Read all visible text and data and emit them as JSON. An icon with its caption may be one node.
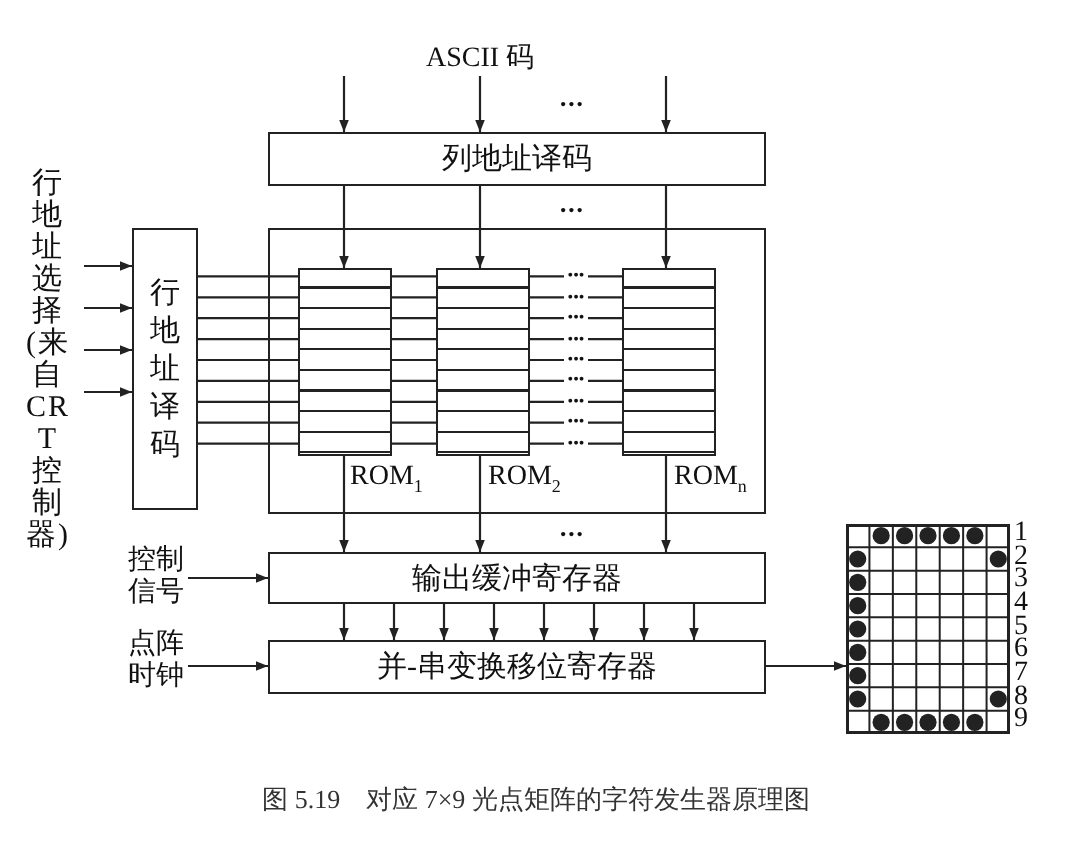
{
  "diagram": {
    "caption": "图 5.19　对应 7×9 光点矩阵的字符发生器原理图",
    "nodes": [
      {
        "text": [
          "ASCII 码"
        ]
      },
      {
        "text": [
          "列地址译码"
        ]
      },
      {
        "text": [],
        "shape": "box"
      },
      {
        "text": [
          "ROM$_{1}$"
        ],
        "in": 2
      },
      {
        "text": [
          "ROM$_{2}$"
        ],
        "in": 2
      },
      {
        "text": [
          "ROM$_{n}$"
        ],
        "in": 2
      },
      {
        "text": [
          "行地址译码"
        ]
      },
      {
        "text": [
          "行地址选择(来自 CRT 控制器)"
        ]
      },
      {
        "text": [
          "输出缓冲寄存器"
        ]
      },
      {
        "text": [
          "控制信号"
        ]
      },
      {
        "text": [
          "并-串变换移位寄存器"
        ]
      },
      {
        "text": [
          "点阵时钟"
        ]
      },
      {
        "text": [],
        "shape": "grid",
        "beside": [
          "1",
          "2",
          "3",
          "4",
          "5",
          "6",
          "7",
          "8",
          "9"
        ]
      }
    ],
    "edges": [
      {
        "from": null,
        "to": 1,
        "arrow": "to"
      },
      {
        "from": 0,
        "to": 1,
        "arrow": "to"
      },
      {
        "from": null,
        "to": 1,
        "arrow": "to"
      },
      {
        "from": 1,
        "to": 3,
        "arrow": "to"
      },
      {
        "from": 1,
        "to": 4,
        "arrow": "to"
      },
      {
        "from": 1,
        "to": 5,
        "arrow": "to"
      },
      {
        "from": 7,
        "to": 6,
        "arrow": "to"
      },
      {
        "from": 7,
        "to": 6,
        "arrow": "to"
      },
      {
        "from": 7,
        "to": 6,
        "arrow": "to"
      },
      {
        "from": 7,
        "to": 6,
        "arrow": "to"
      },
      {
        "from": 6,
        "to": 3,
        "arrow": "none"
      },
      {
        "from": 6,
        "to": 3,
        "arrow": "none"
      },
      {
        "from": 6,
        "to": 3,
        "arrow": "none"
      },
      {
        "from": 6,
        "to": 3,
        "arrow": "none"
      },
      {
        "from": 6,
        "to": 3,
        "arrow": "none"
      },
      {
        "from": 6,
        "to": 3,
        "arrow": "none"
      },
      {
        "from": 6,
        "to": 3,
        "arrow": "none"
      },
      {
        "from": 6,
        "to": 3,
        "arrow": "none"
      },
      {
        "from": 6,
        "to": 3,
        "arrow": "none"
      },
      {
        "from": 3,
        "to": 4,
        "arrow": "none"
      },
      {
        "from": 3,
        "to": 4,
        "arrow": "none"
      },
      {
        "from": 3,
        "to": 4,
        "arrow": "none"
      },
      {
        "from": 3,
        "to": 4,
        "arrow": "none"
      },
      {
        "from": 3,
        "to": 4,
        "arrow": "none"
      },
      {
        "from": 3,
        "to": 4,
        "arrow": "none"
      },
      {
        "from": 3,
        "to": 4,
        "arrow": "none"
      },
      {
        "from": 3,
        "to": 4,
        "arrow": "none"
      },
      {
        "from": 3,
        "to": 4,
        "arrow": "none"
      },
      {
        "from": 4,
        "to": 5,
        "arrow": "none",
        "label": "•••"
      },
      {
        "from": 4,
        "to": 5,
        "arrow": "none",
        "label": "•••"
      },
      {
        "from": 4,
        "to": 5,
        "arrow": "none",
        "label": "•••"
      },
      {
        "from": 4,
        "to": 5,
        "arrow": "none",
        "label": "•••"
      },
      {
        "from": 4,
        "to": 5,
        "arrow": "none",
        "label": "•••"
      },
      {
        "from": 4,
        "to": 5,
        "arrow": "none",
        "label": "•••"
      },
      {
        "from": 4,
        "to": 5,
        "arrow": "none",
        "label": "•••"
      },
      {
        "from": 4,
        "to": 5,
        "arrow": "none",
        "label": "•••"
      },
      {
        "from": 4,
        "to": 5,
        "arrow": "none",
        "label": "•••"
      },
      {
        "from": 3,
        "to": 8,
        "arrow": "to"
      },
      {
        "from": 4,
        "to": 8,
        "arrow": "to"
      },
      {
        "from": 5,
        "to": 8,
        "arrow": "to"
      },
      {
        "from": 9,
        "to": 8,
        "arrow": "to"
      },
      {
        "from": 8,
        "to": 10,
        "arrow": "to"
      },
      {
        "from": 8,
        "to": 10,
        "arrow": "to"
      },
      {
        "from": 8,
        "to": 10,
        "arrow": "to"
      },
      {
        "from": 8,
        "to": 10,
        "arrow": "to"
      },
      {
        "from": 8,
        "to": 10,
        "arrow": "to"
      },
      {
        "from": 8,
        "to": 10,
        "arrow": "to"
      },
      {
        "from": 8,
        "to": 10,
        "arrow": "to"
      },
      {
        "from": 8,
        "to": 10,
        "arrow": "to"
      },
      {
        "from": 11,
        "to": 10,
        "arrow": "to"
      },
      {
        "from": 10,
        "to": 12,
        "arrow": "to"
      }
    ],
    "labels": [
      "•••",
      "•••",
      "•••"
    ]
  }
}
